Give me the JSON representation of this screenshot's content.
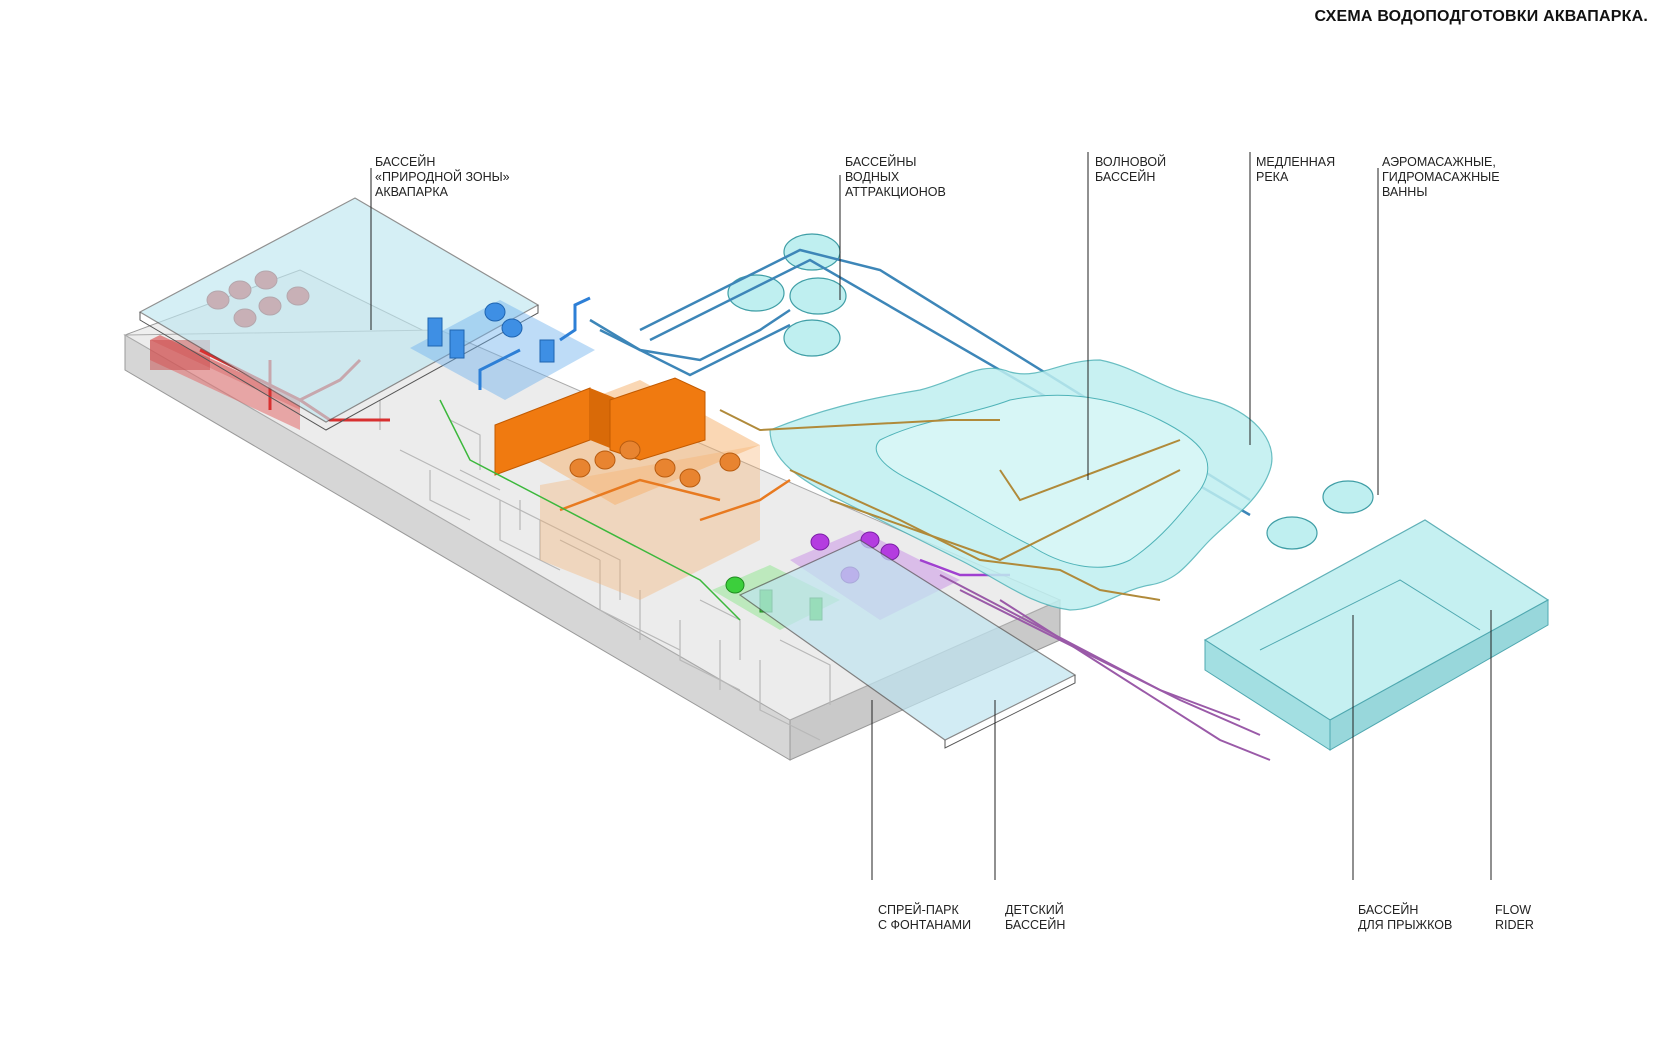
{
  "title": "СХЕМА ВОДОПОДГОТОВКИ АКВАПАРКА.",
  "labels": {
    "nature_pool": [
      "БАССЕЙН",
      "«ПРИРОДНОЙ ЗОНЫ»",
      "АКВАПАРКА"
    ],
    "attraction_pools": [
      "БАССЕЙНЫ",
      "ВОДНЫХ",
      "АТТРАКЦИОНОВ"
    ],
    "wave_pool": [
      "ВОЛНОВОЙ",
      "БАССЕЙН"
    ],
    "lazy_river": [
      "МЕДЛЕННАЯ",
      "РЕКА"
    ],
    "spa_baths": [
      "АЭРОМАСАЖНЫЕ,",
      "ГИДРОМАСАЖНЫЕ",
      "ВАННЫ"
    ],
    "spray_park": [
      "СПРЕЙ-ПАРК",
      "С ФОНТАНАМИ"
    ],
    "kids_pool": [
      "ДЕТСКИЙ",
      "БАССЕЙН"
    ],
    "diving_pool": [
      "БАССЕЙН",
      "ДЛЯ ПРЫЖКОВ"
    ],
    "flow_rider": [
      "FLOW",
      "RIDER"
    ]
  },
  "colors": {
    "water": "#bfeff0",
    "water_edge": "#4fb3b8",
    "red_system": "#e04848",
    "blue_system": "#3a8fe0",
    "orange_system": "#f07a10",
    "purple_system": "#b43ce0",
    "green_system": "#3ccf3c",
    "building": "#e6e6e6"
  }
}
